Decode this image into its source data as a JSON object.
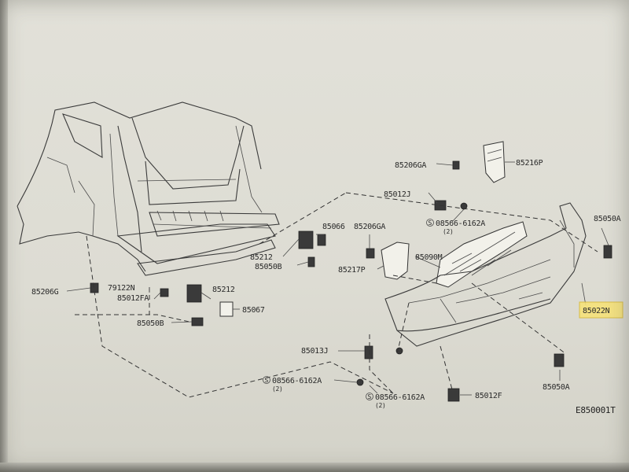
{
  "labels": {
    "p85206GA_top": "85206GA",
    "p85216P": "85216P",
    "p85012J": "85012J",
    "p08566_top": "08566-6162A",
    "p08566_top_qty": "(2)",
    "p85050A_top": "85050A",
    "p85066": "85066",
    "p85206GA_mid": "85206GA",
    "p85212_center": "85212",
    "p85050B_center": "85050B",
    "p85090M": "85090M",
    "p85217P": "85217P",
    "p85206G": "85206G",
    "p79122N": "79122N",
    "p85012FA": "85012FA",
    "p85212_left": "85212",
    "p85067": "85067",
    "p85050B_left": "85050B",
    "p85022N": "85022N",
    "p85013J": "85013J",
    "p08566_left": "08566-6162A",
    "p08566_left_qty": "(2)",
    "p08566_bottom": "08566-6162A",
    "p08566_bottom_qty": "(2)",
    "p85012F": "85012F",
    "p85050A_bottom": "85050A"
  },
  "diagram_code": "E850001T",
  "colors": {
    "highlight": "#f6e27a",
    "ink": "#333333"
  }
}
